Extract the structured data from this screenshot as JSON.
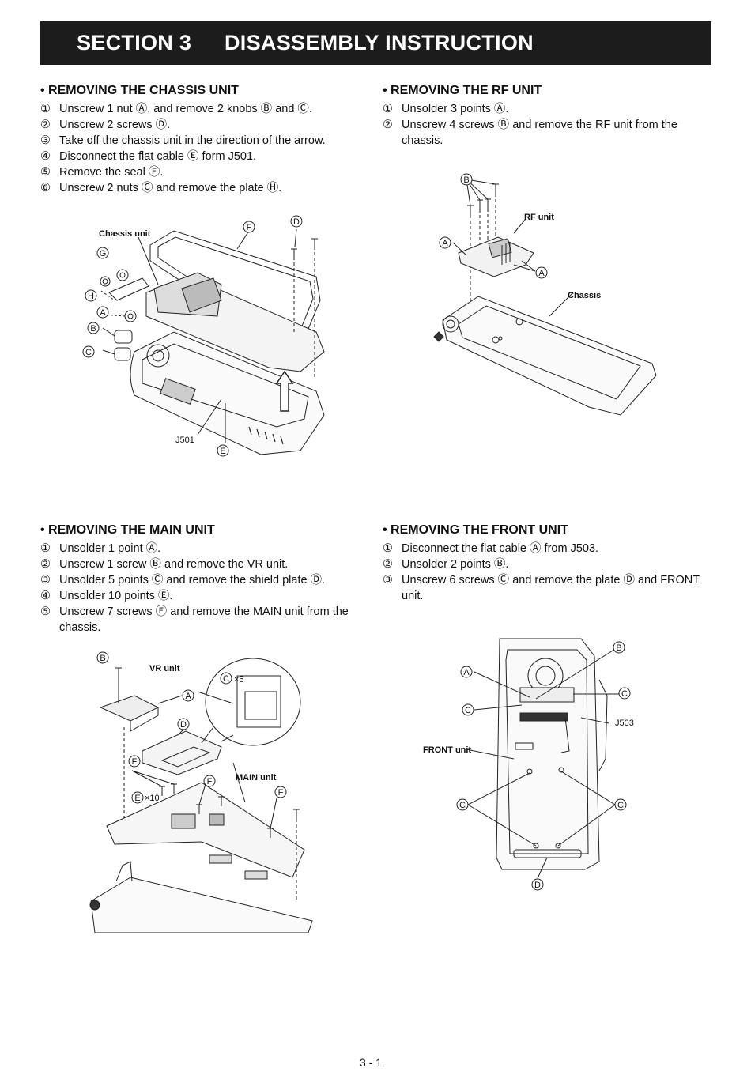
{
  "header": {
    "section": "SECTION 3",
    "title": "DISASSEMBLY INSTRUCTION"
  },
  "sections": [
    {
      "title": "• REMOVING THE CHASSIS UNIT",
      "steps": [
        {
          "num": "①",
          "text": "Unscrew 1 nut Ⓐ, and remove 2 knobs Ⓑ and Ⓒ."
        },
        {
          "num": "②",
          "text": "Unscrew 2 screws Ⓓ."
        },
        {
          "num": "③",
          "text": "Take off the chassis unit in the direction of the arrow."
        },
        {
          "num": "④",
          "text": "Disconnect the flat cable Ⓔ form J501."
        },
        {
          "num": "⑤",
          "text": "Remove the seal Ⓕ."
        },
        {
          "num": "⑥",
          "text": "Unscrew 2 nuts Ⓖ and remove the plate Ⓗ."
        }
      ]
    },
    {
      "title": "• REMOVING THE RF UNIT",
      "steps": [
        {
          "num": "①",
          "text": "Unsolder 3 points Ⓐ."
        },
        {
          "num": "②",
          "text": "Unscrew 4 screws Ⓑ and remove the RF unit from the chassis."
        }
      ]
    },
    {
      "title": "• REMOVING THE MAIN UNIT",
      "steps": [
        {
          "num": "①",
          "text": "Unsolder 1 point Ⓐ."
        },
        {
          "num": "②",
          "text": "Unscrew 1 screw Ⓑ and remove the VR unit."
        },
        {
          "num": "③",
          "text": "Unsolder 5 points Ⓒ and remove the shield plate Ⓓ."
        },
        {
          "num": "④",
          "text": "Unsolder 10 points Ⓔ."
        },
        {
          "num": "⑤",
          "text": "Unscrew 7 screws Ⓕ and remove the MAIN unit from the chassis."
        }
      ]
    },
    {
      "title": "• REMOVING THE FRONT UNIT",
      "steps": [
        {
          "num": "①",
          "text": "Disconnect the flat cable Ⓐ from J503."
        },
        {
          "num": "②",
          "text": "Unsolder 2 points Ⓑ."
        },
        {
          "num": "③",
          "text": "Unscrew 6 screws Ⓒ and remove the plate Ⓓ and FRONT unit."
        }
      ]
    }
  ],
  "figures": {
    "chassis": {
      "unit_label": "Chassis unit",
      "connector_label": "J501",
      "markers": [
        "F",
        "D",
        "G",
        "H",
        "A",
        "B",
        "C",
        "E"
      ]
    },
    "rf": {
      "unit_label": "RF unit",
      "chassis_label": "Chassis",
      "markers": [
        "B",
        "A",
        "A"
      ]
    },
    "main": {
      "vr_label": "VR unit",
      "main_label": "MAIN unit",
      "count_c": "×5",
      "count_e": "×10",
      "markers": [
        "B",
        "A",
        "D",
        "C",
        "F",
        "F",
        "F",
        "E"
      ]
    },
    "front": {
      "unit_label": "FRONT unit",
      "connector_label": "J503",
      "markers": [
        "B",
        "A",
        "C",
        "C",
        "C",
        "C",
        "D"
      ]
    }
  },
  "page_number": "3 - 1"
}
